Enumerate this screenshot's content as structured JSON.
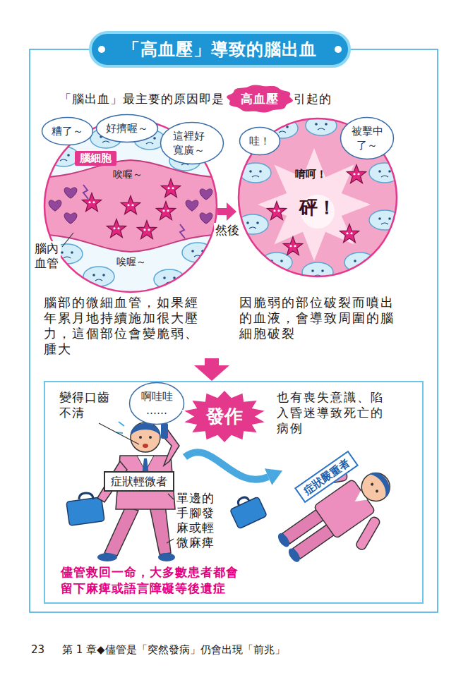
{
  "diagram": {
    "title": "「高血壓」導致的腦出血",
    "nodes": [
      {
        "text": [
          "高血壓"
        ]
      },
      {
        "text": [
          "腦部的微細血管，如果經年累月地持續施加很大壓力，這個部位會變脆弱、腫大"
        ]
      },
      {
        "text": [
          "糟了～"
        ],
        "in": 1
      },
      {
        "text": [
          "好擠喔～"
        ],
        "in": 1
      },
      {
        "text": [
          "腦細胞"
        ],
        "in": 1
      },
      {
        "text": [
          "這裡好寬廣～"
        ],
        "in": 1
      },
      {
        "text": [
          "因脆弱的部位破裂而噴出的血液，會導致周圍的腦細胞破裂"
        ]
      },
      {
        "text": [
          "哇！"
        ],
        "in": 6
      },
      {
        "text": [
          "被擊中了～"
        ],
        "in": 6
      },
      {
        "text": [
          "儘管救回一命，大多數患者都會留下麻痺或語言障礙等後遺症"
        ]
      },
      {
        "text": [
          "啊哇哇……"
        ],
        "in": 9
      },
      {
        "text": [
          "發作"
        ],
        "in": 9
      },
      {
        "text": [
          "症狀輕微者"
        ],
        "in": 9
      },
      {
        "text": [
          "症狀嚴重者"
        ],
        "in": 9
      }
    ],
    "edges": [
      {
        "from": 1,
        "to": 6,
        "arrow": "to",
        "label": "然後"
      },
      {
        "from": 1,
        "to": 9,
        "arrow": "to"
      }
    ],
    "labels": [
      "「腦出血」最主要的原因即是",
      "引起的",
      "唉喔～",
      "唉喔～",
      "腦內血管",
      "唷呵！",
      "砰！",
      "變得口齒不清",
      "單邊的手腳發麻或輕微麻痺",
      "也有喪失意識、陷入昏迷導致死亡的病例",
      "23",
      "第 1 章◆儘管是「突然發病」仍會出現「前兆」"
    ]
  }
}
